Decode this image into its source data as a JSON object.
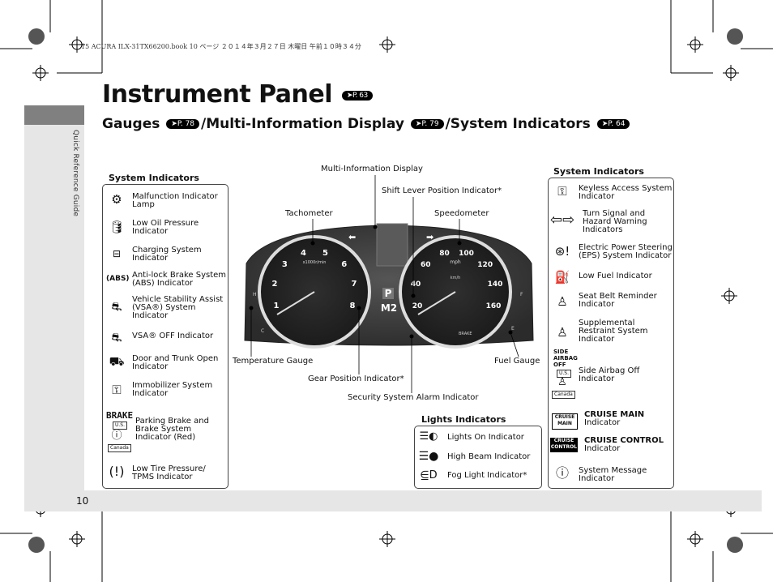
{
  "print_header": "15 ACURA ILX-31TX66200.book  10 ページ  ２０１４年３月２７日  木曜日  午前１０時３４分",
  "sidebar_label": "Quick Reference Guide",
  "page_number": "10",
  "title": "Instrument Panel",
  "title_ref": "P. 63",
  "subtitle": {
    "gauges": "Gauges",
    "gauges_ref": "P. 78",
    "mid": "/Multi-Information Display",
    "mid_ref": "P. 79",
    "sys": "/System Indicators",
    "sys_ref": "P. 64"
  },
  "left_box": {
    "title": "System Indicators",
    "items": [
      {
        "icon": "engine-icon",
        "label": "Malfunction Indicator\nLamp"
      },
      {
        "icon": "oil-can-icon",
        "label": "Low Oil Pressure\nIndicator"
      },
      {
        "icon": "battery-icon",
        "label": "Charging System\nIndicator"
      },
      {
        "icon": "abs-icon",
        "label": "Anti-lock Brake System\n(ABS) Indicator"
      },
      {
        "icon": "skid-car-icon",
        "label": "Vehicle Stability Assist\n(VSA®) System\nIndicator"
      },
      {
        "icon": "vsa-off-icon",
        "label": "VSA® OFF Indicator"
      },
      {
        "icon": "door-open-icon",
        "label": "Door and Trunk Open\nIndicator"
      },
      {
        "icon": "key-icon",
        "label": "Immobilizer System\nIndicator"
      },
      {
        "icon": "brake-icon",
        "label": "Parking Brake and\nBrake System\nIndicator (Red)"
      },
      {
        "icon": "tire-pressure-icon",
        "label": "Low Tire Pressure/\nTPMS Indicator"
      }
    ],
    "brake_text": "BRAKE",
    "us_label": "U.S.",
    "canada_label": "Canada"
  },
  "right_box": {
    "title": "System Indicators",
    "items": [
      {
        "icon": "keyless-icon",
        "label": "Keyless Access System\nIndicator"
      },
      {
        "icon": "turn-signal-icon",
        "label": "Turn Signal and\nHazard Warning\nIndicators"
      },
      {
        "icon": "steering-icon",
        "label": "Electric Power Steering\n(EPS) System Indicator"
      },
      {
        "icon": "fuel-pump-icon",
        "label": "Low Fuel Indicator"
      },
      {
        "icon": "seatbelt-icon",
        "label": "Seat Belt Reminder\nIndicator"
      },
      {
        "icon": "airbag-icon",
        "label": "Supplemental\nRestraint System\nIndicator"
      },
      {
        "icon": "side-airbag-off-icon",
        "label": "Side Airbag Off\nIndicator"
      },
      {
        "icon": "cruise-main-icon",
        "label_bold": "CRUISE MAIN",
        "label": "Indicator"
      },
      {
        "icon": "cruise-control-icon",
        "label_bold": "CRUISE CONTROL",
        "label": "Indicator"
      },
      {
        "icon": "info-icon",
        "label": "System Message\nIndicator"
      }
    ],
    "side_airbag_text": "SIDE\nAIRBAG\nOFF",
    "us_label": "U.S.",
    "canada_label": "Canada",
    "cruise_main_text": "CRUISE\nMAIN",
    "cruise_control_text": "CRUISE\nCONTROL"
  },
  "lights_box": {
    "title": "Lights Indicators",
    "items": [
      {
        "icon": "lights-on-icon",
        "label": "Lights On Indicator"
      },
      {
        "icon": "high-beam-icon",
        "label": "High Beam Indicator"
      },
      {
        "icon": "fog-light-icon",
        "label": "Fog Light Indicator*"
      }
    ]
  },
  "callouts": {
    "mid": "Multi-Information Display",
    "shift": "Shift Lever Position Indicator*",
    "tach": "Tachometer",
    "speedo": "Speedometer",
    "temp": "Temperature Gauge",
    "fuel": "Fuel Gauge",
    "gear": "Gear Position Indicator*",
    "security": "Security System Alarm Indicator"
  },
  "cluster": {
    "tach_numbers": [
      "1",
      "2",
      "3",
      "4",
      "5",
      "6",
      "7",
      "8"
    ],
    "tach_unit": "x1000r/min",
    "speed_numbers": [
      "20",
      "40",
      "60",
      "80",
      "100",
      "120",
      "140",
      "160"
    ],
    "speed_unit": "mph",
    "kmh_unit": "km/h",
    "gear_p": "P",
    "gear_m2": "M2",
    "temp_h": "H",
    "temp_c": "C",
    "fuel_f": "F",
    "fuel_e": "E",
    "brake_small": "BRAKE"
  }
}
